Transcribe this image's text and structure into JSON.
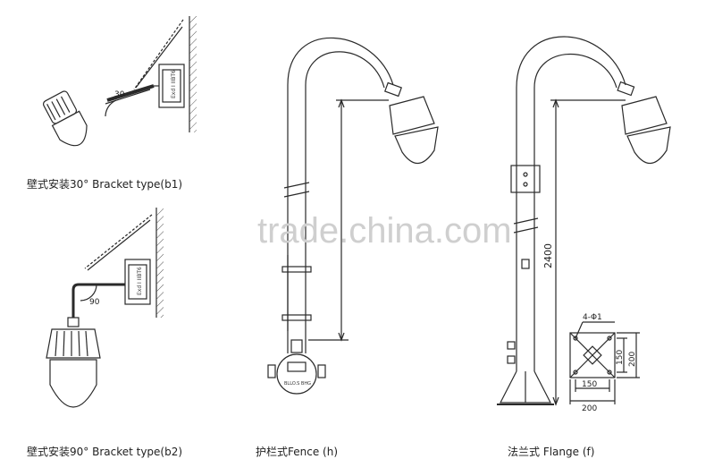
{
  "captions": {
    "b1": "壁式安装30°   Bracket type(b1)",
    "b2": "壁式安装90°   Bracket type(b2)",
    "h": "护栏式Fence (h)",
    "f": "法兰式  Flange (f)"
  },
  "watermark": "trade.china.com",
  "labels": {
    "angle30": "30",
    "angle90": "90",
    "junction_text_1": "Exd I IIBT6",
    "junction_text_2": "Exd I IIBT6",
    "height": "2400",
    "holes": "4-Φ1",
    "dim150_h": "150",
    "dim200_h": "200",
    "dim150_v": "150",
    "dim200_v": "200",
    "fence_box_text": "BLLO.S  BHG"
  },
  "colors": {
    "line": "#2a2a2a",
    "caption": "#222222",
    "watermark": "#cfcfcf"
  }
}
